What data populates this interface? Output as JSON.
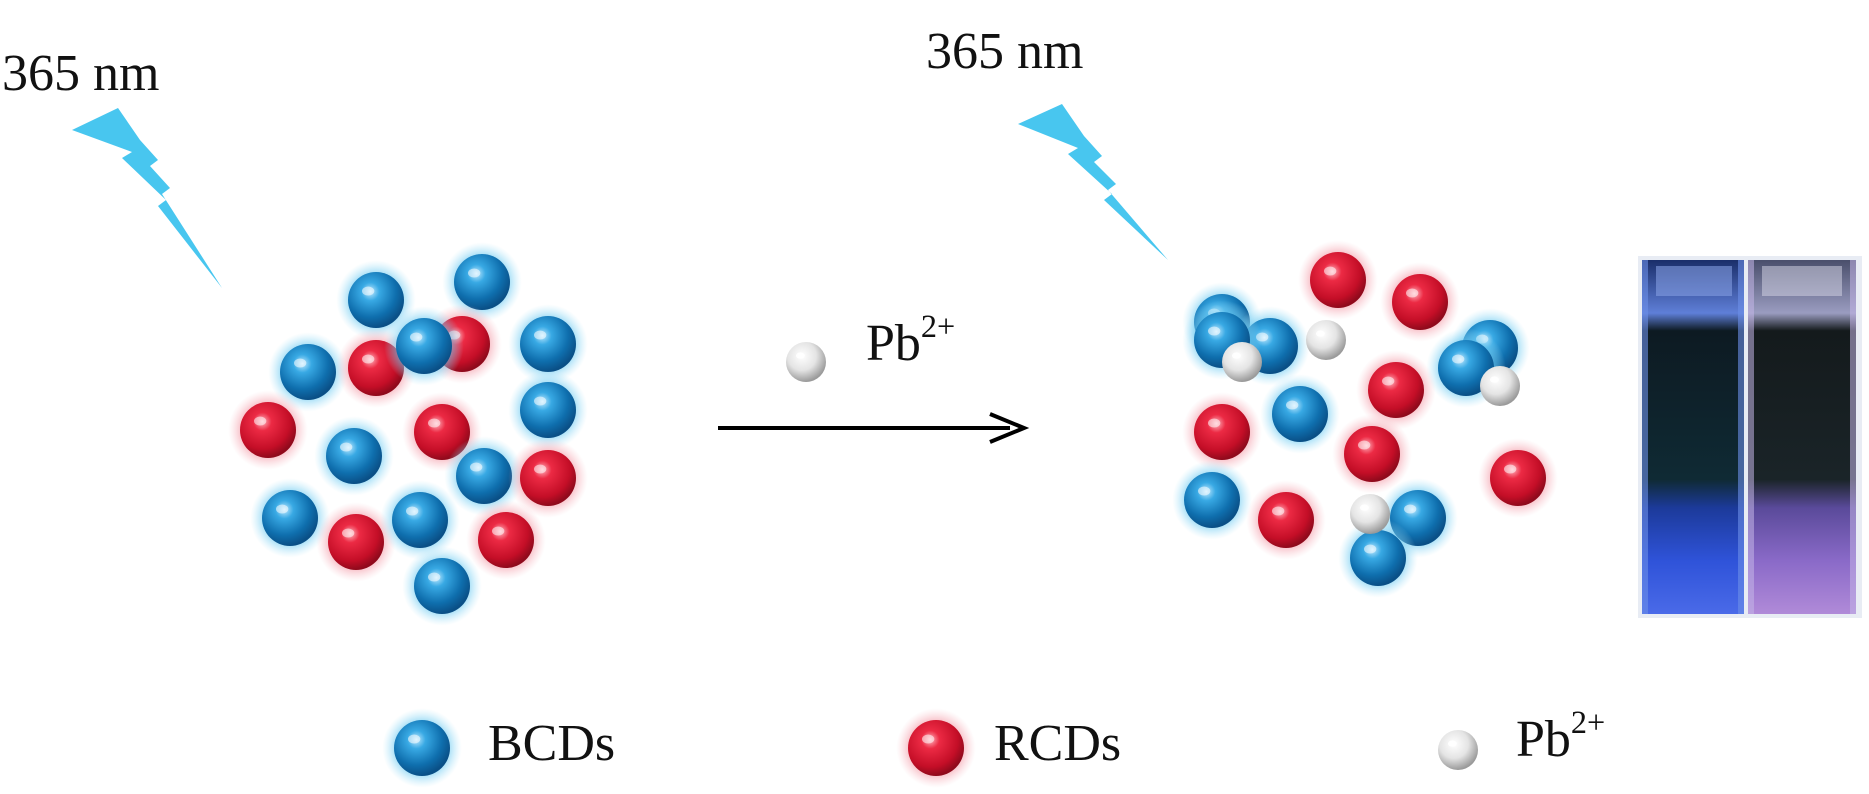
{
  "excitation": {
    "left_label": "365 nm",
    "right_label": "365 nm"
  },
  "reaction": {
    "reagent_base": "Pb",
    "reagent_charge": "2+"
  },
  "legend": {
    "items": [
      {
        "label": "BCDs",
        "particle": "blue-particle-icon"
      },
      {
        "label": "RCDs",
        "particle": "red-particle-icon"
      },
      {
        "label_base": "Pb",
        "label_charge": "2+",
        "particle": "white-particle-icon"
      }
    ]
  },
  "colors": {
    "bcd": "#1c8fd0",
    "rcd": "#e01a36",
    "pb": "#e8e8e8",
    "lightning": "#3ec3ee",
    "glow_blue": "#66c8f0",
    "glow_red": "#f08f9c"
  },
  "photo": {
    "content": "two cuvettes under UV light: left blue emission, right purple-pink emission"
  }
}
